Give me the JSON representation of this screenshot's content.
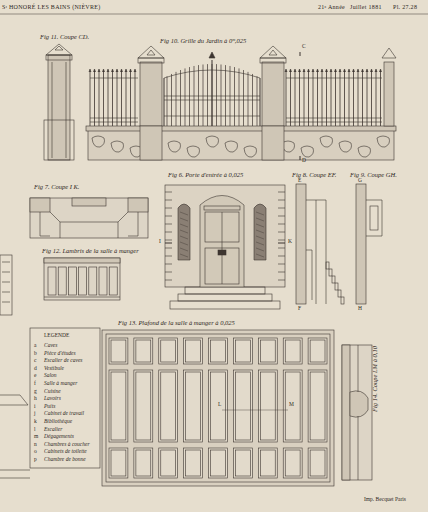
{
  "diagram": {
    "labels": [
      "Sᵗ HONORÉ LES BAINS (NIÈVRE)",
      "21ᵉ Année",
      "Juillet 1881",
      "Pl. 27.28",
      "Fig 11. Coupe CD.",
      "Fig 10. Grille du Jardin à 0ᵐ,025",
      "Fig 7. Coupe I K.",
      "Fig 6. Porte d'entrée à 0,025",
      "Fig 8. Coupe EF.",
      "Fig 9. Coupe GH.",
      "Fig 12. Lambris de la salle à manger",
      "Fig 13. Plafond de la salle à manger à 0,025",
      "Fig 14. Coupe LM à 0,10",
      "LEGENDE",
      "Imp. Becquet Paris",
      "C",
      "D",
      "I",
      "K",
      "E",
      "F",
      "G",
      "H",
      "L",
      "M",
      "a",
      "b",
      "c",
      "d",
      "e",
      "f",
      "g",
      "h",
      "i",
      "j",
      "k",
      "l",
      "m",
      "n",
      "o",
      "p"
    ],
    "legend": [
      {
        "text": "Caves"
      },
      {
        "text": "Pièce d'études"
      },
      {
        "text": "Escalier de caves"
      },
      {
        "text": "Vestibule"
      },
      {
        "text": "Salon"
      },
      {
        "text": "Salle à manger"
      },
      {
        "text": "Cuisine"
      },
      {
        "text": "Lavoirs"
      },
      {
        "text": "Puits"
      },
      {
        "text": "Cabinet de travail"
      },
      {
        "text": "Bibliothèque"
      },
      {
        "text": "Escalier"
      },
      {
        "text": "Dégagements"
      },
      {
        "text": "Chambres à coucher"
      },
      {
        "text": "Cabinets de toilette"
      },
      {
        "text": "Chambre de bonne"
      }
    ]
  }
}
